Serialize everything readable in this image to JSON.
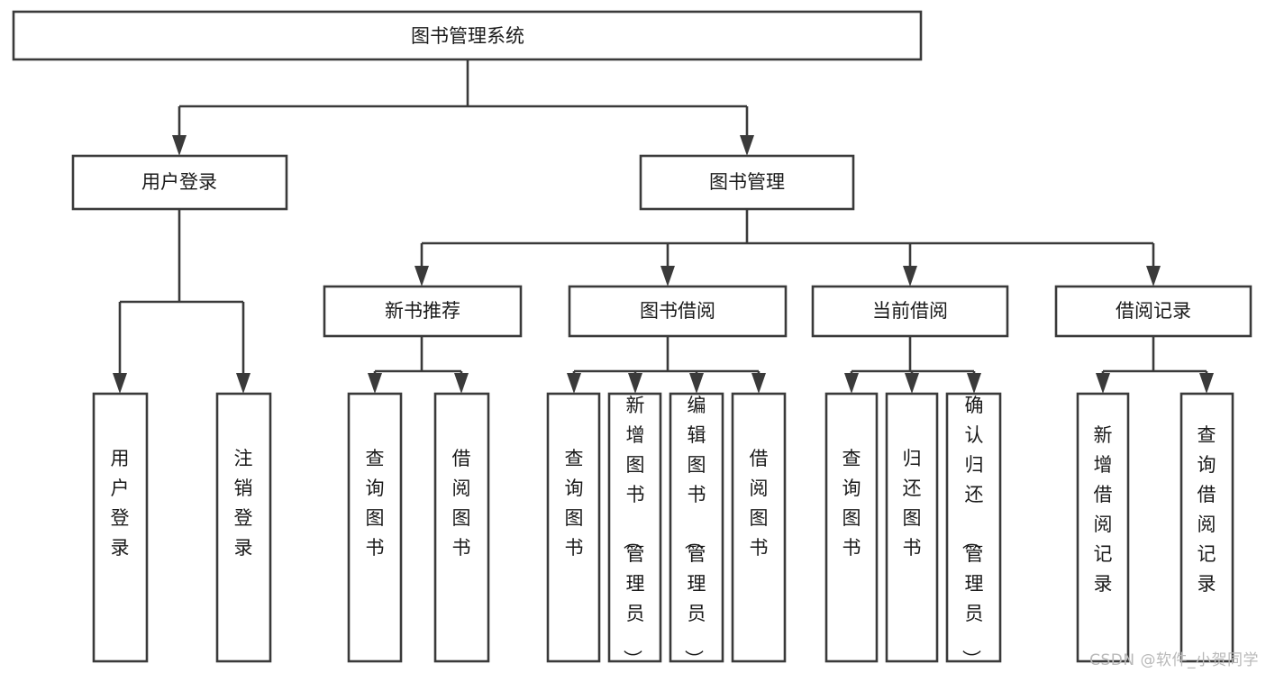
{
  "diagram": {
    "type": "tree-hierarchy",
    "title": "图书管理系统",
    "watermark": "CSDN @软件_小贺同学",
    "colors": {
      "stroke": "#3a3a3a",
      "box_fill": "#ffffff",
      "text": "#1a1a1a",
      "background": "#ffffff",
      "watermark": "#b9b9b9"
    },
    "levels": {
      "root": {
        "label": "图书管理系统"
      },
      "level2": [
        {
          "label": "用户登录"
        },
        {
          "label": "图书管理"
        }
      ],
      "level3": [
        {
          "label": "新书推荐"
        },
        {
          "label": "图书借阅"
        },
        {
          "label": "当前借阅"
        },
        {
          "label": "借阅记录"
        }
      ],
      "leaves": {
        "user_login": [
          {
            "label": "用户登录"
          },
          {
            "label": "注销登录"
          }
        ],
        "new_book": [
          {
            "label": "查询图书"
          },
          {
            "label": "借阅图书"
          }
        ],
        "book_borrow": [
          {
            "label": "查询图书"
          },
          {
            "label": "新增图书（管理员）"
          },
          {
            "label": "编辑图书（管理员）"
          },
          {
            "label": "借阅图书"
          }
        ],
        "current_borrow": [
          {
            "label": "查询图书"
          },
          {
            "label": "归还图书"
          },
          {
            "label": "确认归还（管理员）"
          }
        ],
        "borrow_record": [
          {
            "label": "新增借阅记录"
          },
          {
            "label": "查询借阅记录"
          }
        ]
      }
    }
  }
}
